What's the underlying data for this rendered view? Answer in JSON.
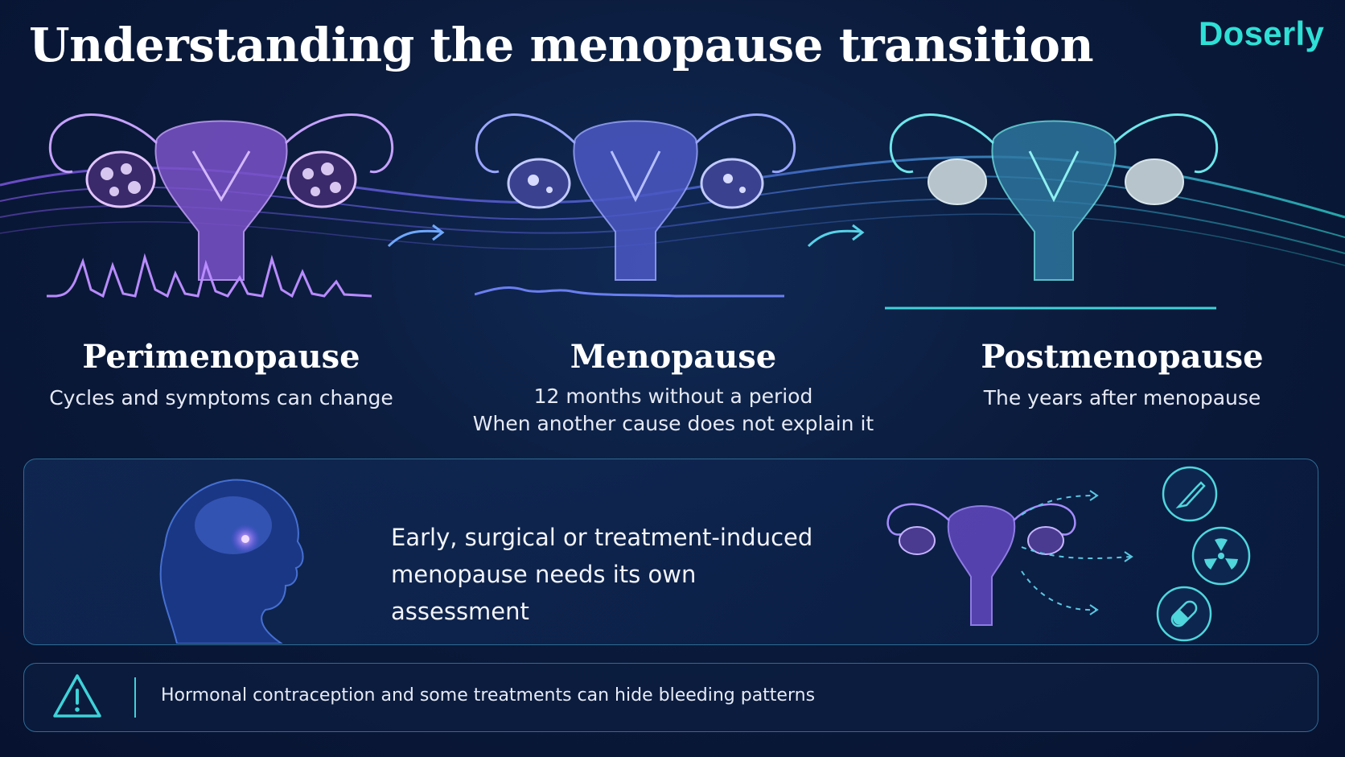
{
  "header": {
    "title": "Understanding the menopause transition",
    "brand": "Doserly"
  },
  "stages": [
    {
      "title": "Perimenopause",
      "subtitle": "Cycles and symptoms can change"
    },
    {
      "title": "Menopause",
      "subtitle_line1": "12 months without a period",
      "subtitle_line2": "When another cause does not explain it"
    },
    {
      "title": "Postmenopause",
      "subtitle": "The years after menopause"
    }
  ],
  "panel": {
    "text_line1": "Early, surgical or treatment-induced",
    "text_line2": "menopause needs its own assessment",
    "icons": [
      "surgical-scalpel-icon",
      "radiation-icon",
      "pill-capsule-icon"
    ]
  },
  "note": {
    "text": "Hormonal contraception and some treatments can hide bleeding patterns",
    "icon": "warning-triangle-icon"
  },
  "colors": {
    "background": "#0b1b3c",
    "brand": "#2ee0d6",
    "peri": "#a070f0",
    "meno": "#6a7ef0",
    "post": "#3fd2d8"
  }
}
